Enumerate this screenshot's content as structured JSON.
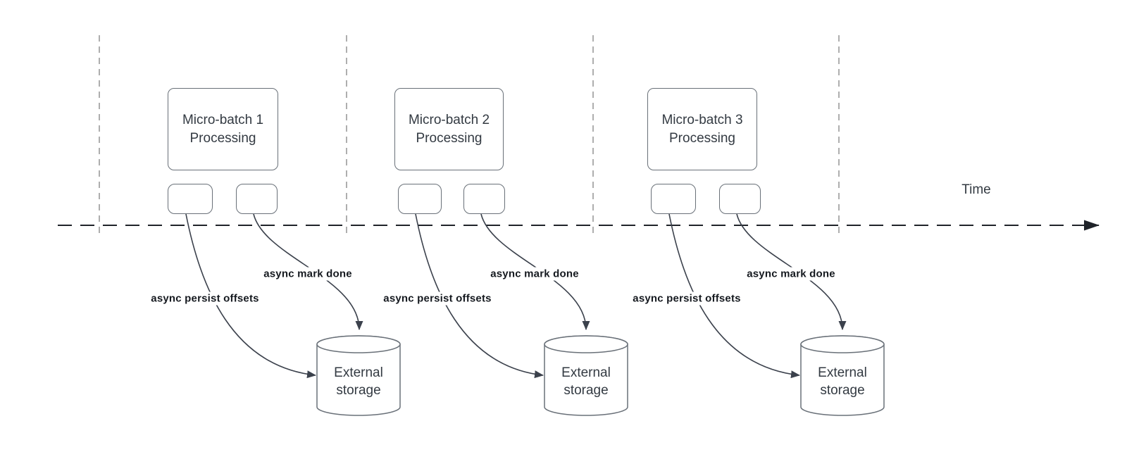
{
  "diagram": {
    "time_label": "Time",
    "colors": {
      "background": "#ffffff",
      "axis_line": "#1f2329",
      "guide_line": "#a6a6a6",
      "shape_border": "#697078",
      "arrow_line": "#3b414c",
      "shape_text": "#333a42",
      "label_text": "#15191f"
    },
    "groups": [
      {
        "title_line1": "Micro-batch 1",
        "title_line2": "Processing",
        "persist_label": "async persist offsets",
        "mark_label": "async mark done",
        "storage_line1": "External",
        "storage_line2": "storage"
      },
      {
        "title_line1": "Micro-batch 2",
        "title_line2": "Processing",
        "persist_label": "async persist offsets",
        "mark_label": "async mark done",
        "storage_line1": "External",
        "storage_line2": "storage"
      },
      {
        "title_line1": "Micro-batch 3",
        "title_line2": "Processing",
        "persist_label": "async persist offsets",
        "mark_label": "async mark done",
        "storage_line1": "External",
        "storage_line2": "storage"
      }
    ]
  }
}
